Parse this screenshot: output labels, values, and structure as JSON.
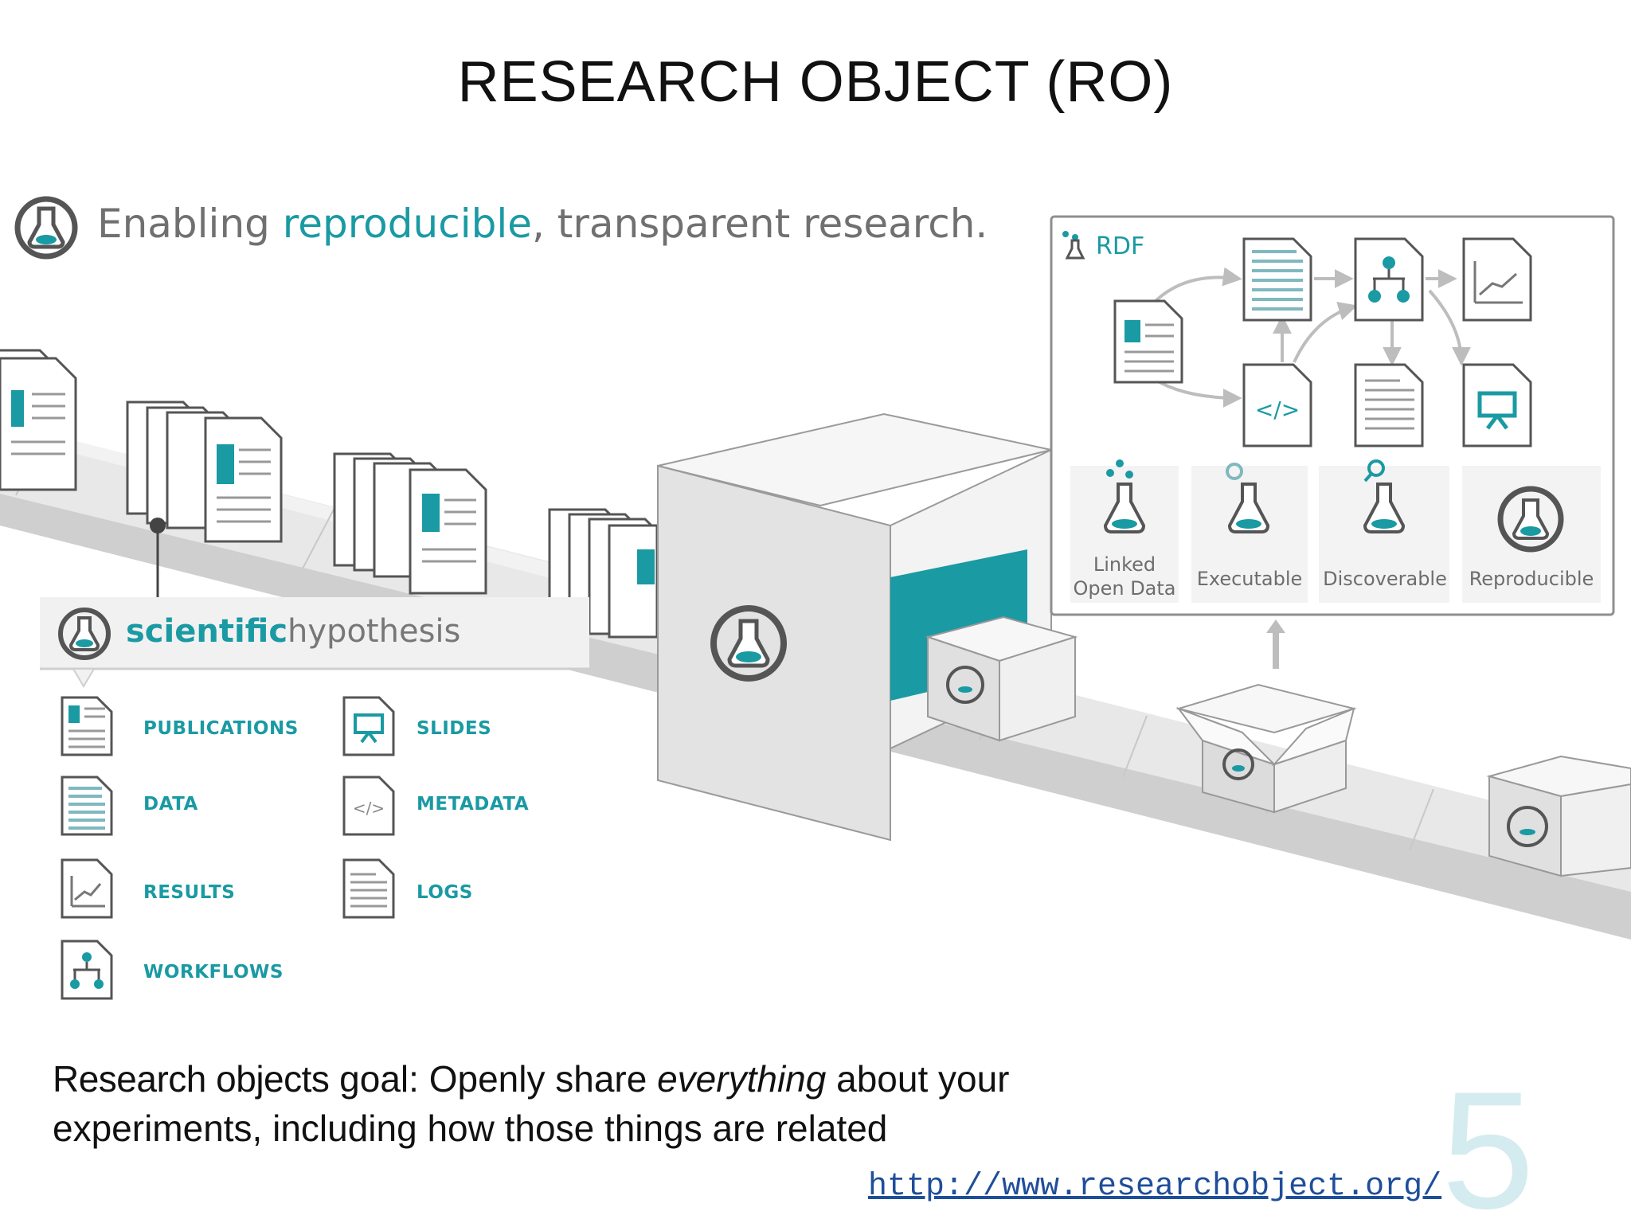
{
  "slide": {
    "title": "RESEARCH OBJECT (RO)",
    "page_number": "5"
  },
  "illustration": {
    "tagline": {
      "before": "Enabling ",
      "highlight": "reproducible",
      "after": ", transparent research."
    },
    "hypothesis": {
      "bold": "scientific",
      "rest": "hypothesis"
    },
    "items_left": [
      "PUBLICATIONS",
      "DATA",
      "RESULTS",
      "WORKFLOWS"
    ],
    "items_right": [
      "SLIDES",
      "METADATA",
      "LOGS"
    ],
    "rdf_panel": {
      "label": "RDF",
      "code_glyph": "</>",
      "properties": [
        {
          "line1": "Linked",
          "line2": "Open Data",
          "icon": "linked-data-flask-icon"
        },
        {
          "line1": "",
          "line2": "Executable",
          "icon": "gear-flask-icon"
        },
        {
          "line1": "",
          "line2": "Discoverable",
          "icon": "magnifier-flask-icon"
        },
        {
          "line1": "",
          "line2": "Reproducible",
          "icon": "research-object-logo-icon"
        }
      ]
    },
    "small_code_glyph": "</>"
  },
  "caption": {
    "bold": "Research objects",
    "part1": " goal: Openly share ",
    "emph": "everything",
    "part2": " about your experiments, including how those things are related"
  },
  "link": {
    "url_text": "http://www.researchobject.org/"
  },
  "colors": {
    "accent": "#1a9aa3",
    "belt": "#e0e0e0",
    "gray_text": "#707070",
    "link": "#1f4e9a",
    "page_number": "#d4ecf0"
  }
}
